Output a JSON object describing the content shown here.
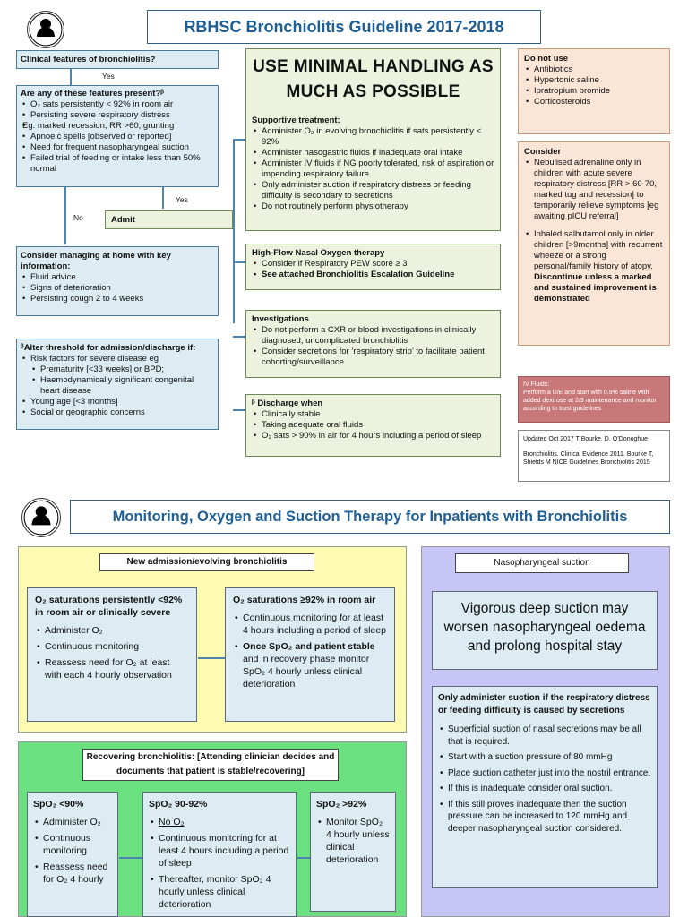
{
  "top": {
    "title": "RBHSC Bronchiolitis Guideline 2017-2018",
    "clinical": "Clinical features of bronchiolitis?",
    "yes1": "Yes",
    "features_title": "Are any of these features present?ᵝ",
    "features": [
      "O₂ sats persistently < 92% in room air",
      "Persisting severe  respiratory distress",
      "Eg. marked recession, RR >60, grunting",
      "Apnoeic spells [observed or reported]",
      "Need for frequent nasopharyngeal suction",
      "Failed trial of feeding or intake less than 50% normal"
    ],
    "yes2": "Yes",
    "no": "No",
    "admit": "Admit",
    "home_title": "Consider managing at home with key information:",
    "home": [
      "Fluid advice",
      "Signs of deterioration",
      "Persisting cough 2 to 4 weeks"
    ],
    "alter_title": "ᵝAlter threshold for admission/discharge if:",
    "alter": [
      "Risk factors for  severe disease  eg",
      "Prematurity [<33 weeks] or BPD;",
      "Haemodynamically significant congenital heart disease",
      "Young age [<3 months]",
      "Social or geographic concerns"
    ],
    "minimal": "USE MINIMAL HANDLING AS MUCH AS POSSIBLE",
    "support_title": "Supportive treatment:",
    "support": [
      "Administer O₂ in evolving bronchiolitis if sats persistently < 92%",
      "Administer nasogastric fluids if inadequate oral intake",
      "Administer IV fluids if NG poorly tolerated, risk of aspiration or impending respiratory failure",
      "Only administer suction if respiratory distress or feeding difficulty is secondary to secretions",
      "Do not routinely perform physiotherapy"
    ],
    "hfno_title": "High-Flow Nasal Oxygen therapy",
    "hfno": [
      "Consider if Respiratory PEW score ≥ 3",
      "See attached  Bronchiolitis Escalation Guideline"
    ],
    "inv_title": "Investigations",
    "inv": [
      "Do not perform a CXR or blood investigations in clinically diagnosed, uncomplicated bronchiolitis",
      "Consider secretions for ‘respiratory strip’ to facilitate patient cohorting/surveillance"
    ],
    "dis_title": "ᵝ Discharge when",
    "dis": [
      "Clinically stable",
      "Taking adequate oral fluids",
      "O₂ sats > 90% in air for 4 hours including a period of sleep"
    ],
    "donot_title": "Do not use",
    "donot": [
      "Antibiotics",
      "Hypertonic saline",
      "Ipratropium bromide",
      "Corticosteroids"
    ],
    "consider_title": "Consider",
    "consider1": "Nebulised adrenaline only in children with acute severe respiratory distress  [RR > 60-70, marked tug and recession] to temporarily relieve symptoms [eg awaiting pICU referral]",
    "consider2a": "Inhaled salbutamol only in older children [>9months] with recurrent wheeze or a strong personal/family history of atopy. ",
    "consider2b": "Discontinue unless a marked and sustained improvement is demonstrated",
    "iv_title": "IV Fluids:",
    "iv": "Perform a U/E and start with 0.9% saline with added dextrose at 2/3 maintenance and monitor according to trust guidelines",
    "updated": "Updated Oct 2017 T Bourke, D. O’Donoghue",
    "refs": "Bronchiolitis. Clinical Evidence 2011. Bourke T, Shields M NICE Guidelines Bronchiolitis 2015"
  },
  "bottom": {
    "title": "Monitoring, Oxygen and Suction Therapy for Inpatients with Bronchiolitis",
    "newadm": "New admission/evolving bronchiolitis",
    "lt92_title": "O₂ saturations persistently <92% in room air or clinically severe",
    "lt92": [
      "Administer O₂",
      "Continuous monitoring",
      "Reassess need for O₂ at least with each 4 hourly observation"
    ],
    "ge92_title": "O₂ saturations ≥92% in room air",
    "ge92a": "Continuous monitoring for at least 4 hours including  a period of sleep",
    "ge92b1": "Once SpO₂ and patient stable",
    "ge92b2": " and in recovery phase monitor SpO₂ 4 hourly unless clinical deterioration",
    "recov": "Recovering bronchiolitis: [Attending clinician decides and documents that patient is stable/recovering]",
    "s90_title": "SpO₂ <90%",
    "s90": [
      "Administer O₂",
      "Continuous monitoring",
      "Reassess need for O₂ 4 hourly"
    ],
    "s9092_title": "SpO₂ 90-92%",
    "s9092": [
      "No O₂",
      "Continuous monitoring for at least 4 hours including a period of sleep",
      "Thereafter,  monitor SpO₂  4 hourly unless clinical deterioration"
    ],
    "s92_title": "SpO₂ >92%",
    "s92": [
      "Monitor SpO₂  4 hourly unless clinical deterioration"
    ],
    "naso": "Nasopharyngeal suction",
    "vig": "Vigorous deep suction may worsen nasopharyngeal oedema and prolong hospital stay",
    "only": "Only administer suction if the respiratory distress or feeding difficulty is caused by secretions",
    "suction": [
      "Superficial suction of nasal secretions may be all that is required.",
      "Start with a suction pressure of 80 mmHg",
      "Place suction catheter just into the nostril entrance.",
      "If this is inadequate consider oral suction.",
      "If this still proves inadequate then the suction pressure can be increased to 120 mmHg and deeper nasopharyngeal suction considered."
    ]
  }
}
